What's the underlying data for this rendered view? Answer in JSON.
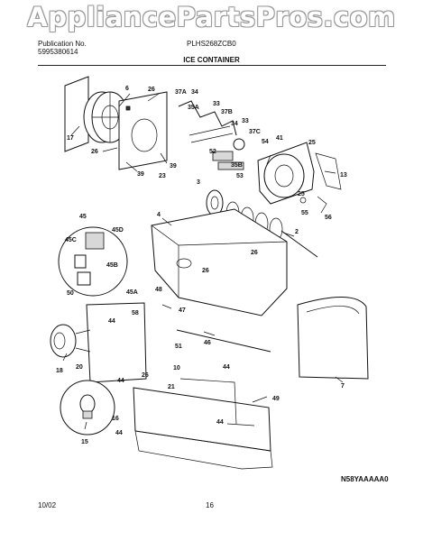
{
  "watermark": "AppliancePartsPros.com",
  "header": {
    "publication_label": "Publication No.",
    "publication_number": "5995380614",
    "model": "PLHS268ZCB0",
    "section_title": "ICE CONTAINER"
  },
  "footer": {
    "date": "10/02",
    "page": "16",
    "diagram_code": "N58YAAAAA0"
  },
  "callouts": {
    "c17": "17",
    "c6": "6",
    "c26a": "26",
    "c26b": "26",
    "c39a": "39",
    "c39b": "39",
    "c23": "23",
    "c37a": "37A",
    "c34a": "34",
    "c35a": "35A",
    "c33a": "33",
    "c37b": "37B",
    "c33b": "33",
    "c34b": "34",
    "c37c": "37C",
    "c52": "52",
    "c54": "54",
    "c35b": "35B",
    "c53": "53",
    "c41": "41",
    "c25a": "25",
    "c13": "13",
    "c25b": "25",
    "c55": "55",
    "c56": "56",
    "c3": "3",
    "c4": "4",
    "c2": "2",
    "c26c": "26",
    "c26d": "26",
    "c45": "45",
    "c45c": "45C",
    "c45d": "45D",
    "c45b": "45B",
    "c50": "50",
    "c45a": "45A",
    "c48": "48",
    "c47": "47",
    "c46": "46",
    "c7": "7",
    "c58": "58",
    "c44a": "44",
    "c18": "18",
    "c20": "20",
    "c44b": "44",
    "c26e": "26",
    "c51": "51",
    "c10": "10",
    "c44c": "44",
    "c21": "21",
    "c49": "49",
    "c44d": "44",
    "c16": "16",
    "c15": "15",
    "c44e": "44"
  }
}
